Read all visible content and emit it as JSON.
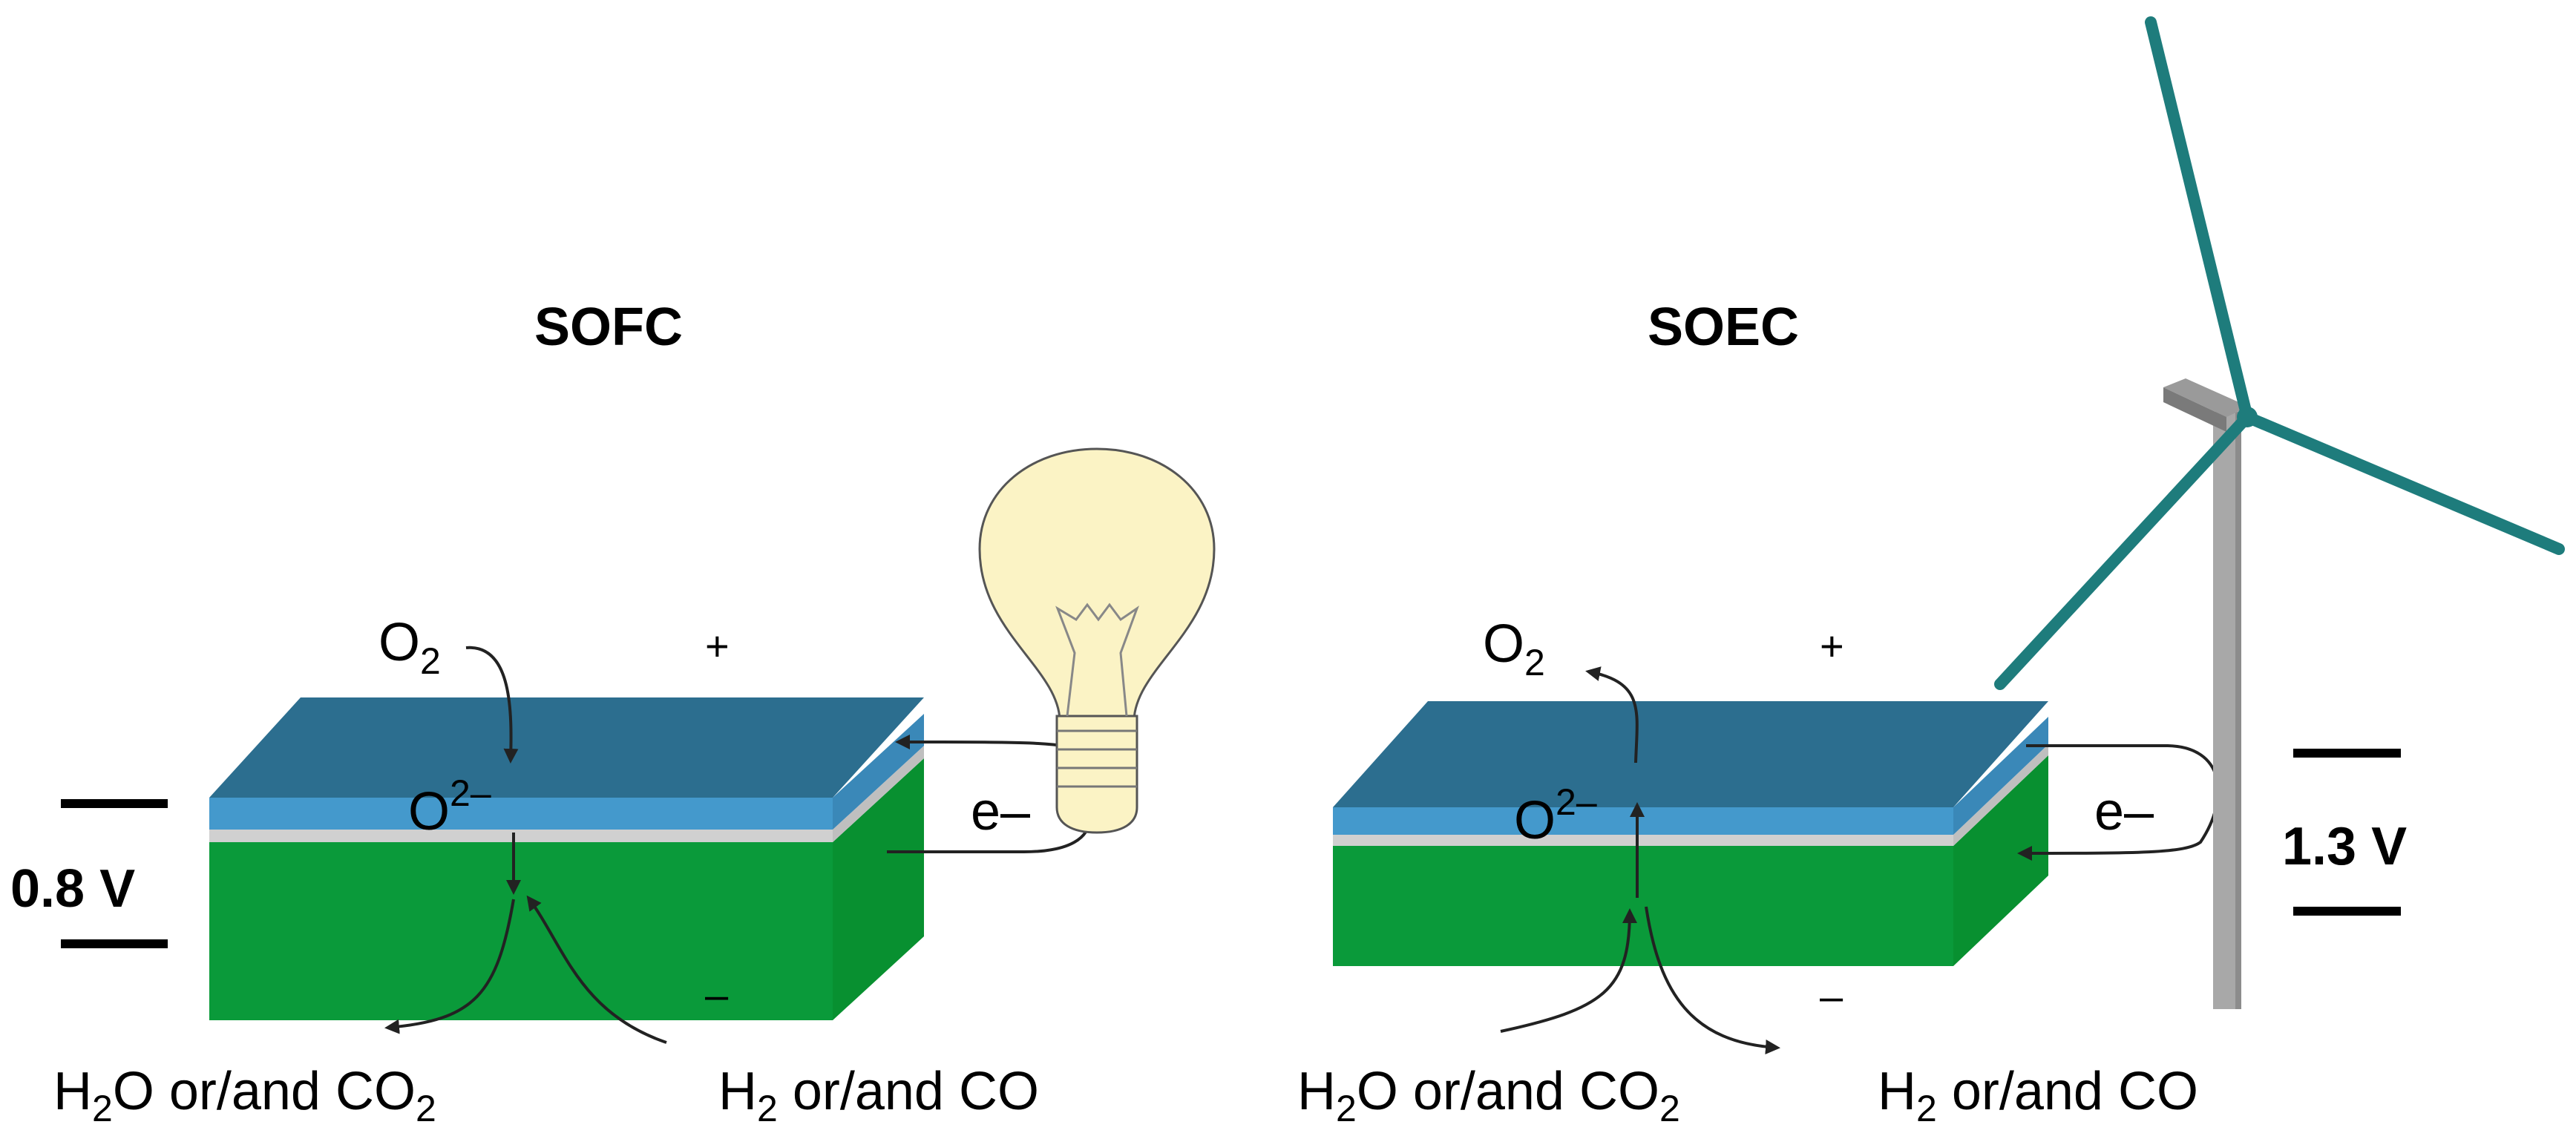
{
  "sofc": {
    "title": "SOFC",
    "voltage": "0.8 V",
    "plus": "+",
    "minus": "–",
    "o2": "O",
    "o2_sub": "2",
    "ion": "O",
    "ion_sup": "2–",
    "electron": "e–",
    "output_left_a": "H",
    "output_left_sub1": "2",
    "output_left_b": "O or/and CO",
    "output_left_sub2": "2",
    "input_right_a": "H",
    "input_right_sub": "2",
    "input_right_b": " or/and CO"
  },
  "soec": {
    "title": "SOEC",
    "voltage": "1.3 V",
    "plus": "+",
    "minus": "–",
    "o2": "O",
    "o2_sub": "2",
    "ion": "O",
    "ion_sup": "2–",
    "electron": "e–",
    "input_left_a": "H",
    "input_left_sub1": "2",
    "input_left_b": "O or/and CO",
    "input_left_sub2": "2",
    "output_right_a": "H",
    "output_right_sub": "2",
    "output_right_b": " or/and CO"
  },
  "colors": {
    "cathode_top": "#2c6e8f",
    "cathode_front": "#4499cc",
    "cathode_side": "#3a88b8",
    "electrolyte": "#d0d0d0",
    "anode_front": "#0a9a3a",
    "anode_side": "#089030",
    "bulb_glass": "#fbf3c5",
    "turbine_blade": "#1e7c7c",
    "tower": "#a8a8a8"
  },
  "icons": {
    "sofc_load": "lightbulb-icon",
    "soec_source": "wind-turbine-icon"
  }
}
